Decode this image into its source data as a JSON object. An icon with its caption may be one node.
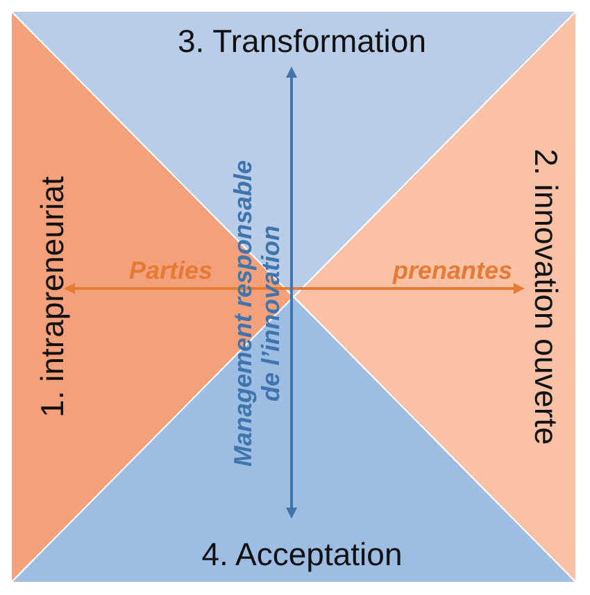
{
  "diagram": {
    "nodes": [
      {
        "text": [
          "1. intrapreneuriat"
        ]
      },
      {
        "text": [
          "2. innovation ouverte"
        ]
      },
      {
        "text": [
          "3. Transformation"
        ]
      },
      {
        "text": [
          "4. Acceptation"
        ]
      }
    ],
    "edges": [
      {
        "from": 0,
        "to": 1,
        "arrow": "both",
        "color": "#e57a34"
      },
      {
        "from": 2,
        "to": 3,
        "arrow": "both",
        "color": "#3f74ad"
      }
    ],
    "labels": [
      "Parties",
      "prenantes",
      "Management responsable de l’innovation"
    ]
  }
}
